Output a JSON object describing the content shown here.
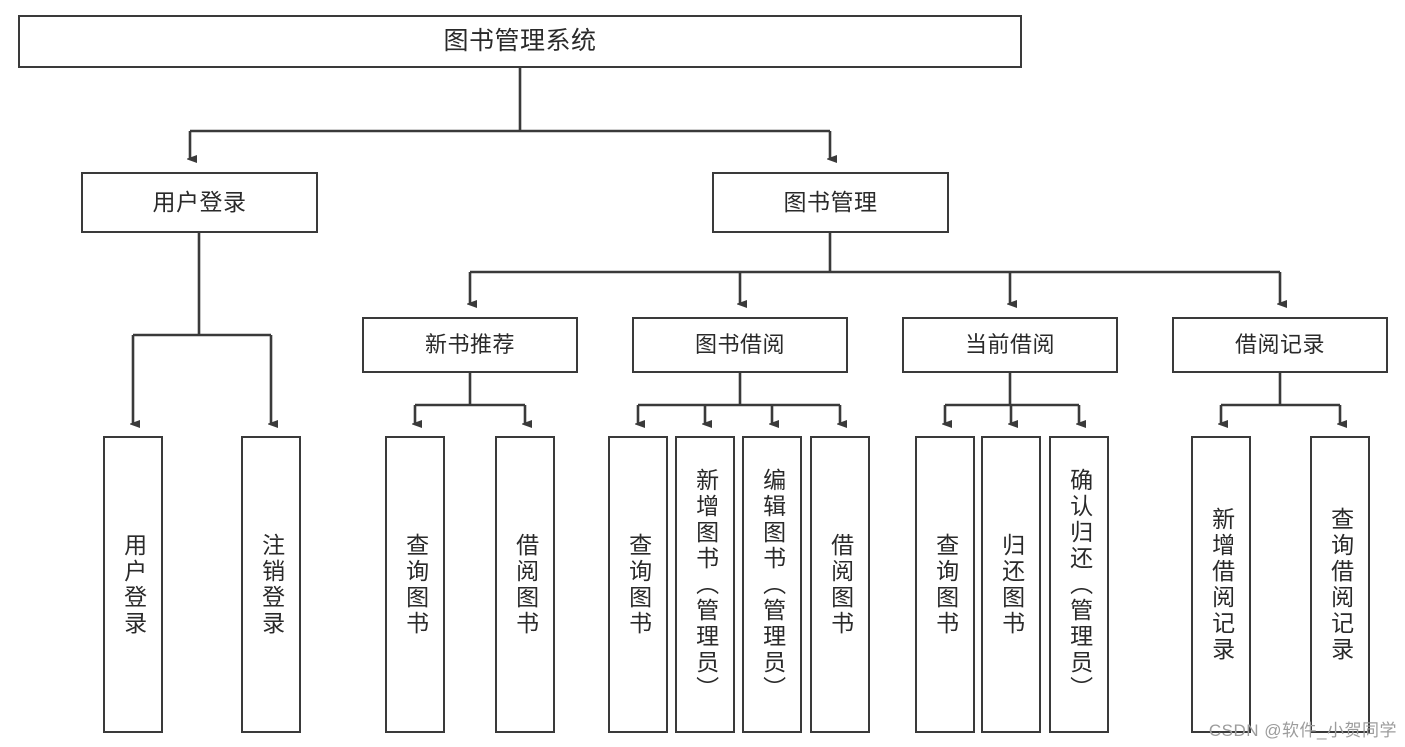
{
  "diagram": {
    "type": "tree",
    "title": "图书管理系统",
    "colors": {
      "background": "#ffffff",
      "box_border": "#3a3a3a",
      "box_fill": "#ffffff",
      "text": "#2a2a2a",
      "connector": "#3a3a3a",
      "watermark": "#9c9c9c"
    },
    "root": {
      "label": "图书管理系统"
    },
    "level2": [
      {
        "id": "user-login",
        "label": "用户登录"
      },
      {
        "id": "book-management",
        "label": "图书管理"
      }
    ],
    "level3": [
      {
        "id": "new-book-recommend",
        "label": "新书推荐",
        "parent": "book-management"
      },
      {
        "id": "book-borrow",
        "label": "图书借阅",
        "parent": "book-management"
      },
      {
        "id": "current-borrow",
        "label": "当前借阅",
        "parent": "book-management"
      },
      {
        "id": "borrow-record",
        "label": "借阅记录",
        "parent": "book-management"
      }
    ],
    "leaves": [
      {
        "id": "leaf-user-login",
        "label": "用户登录",
        "parent": "user-login"
      },
      {
        "id": "leaf-user-logout",
        "label": "注销登录",
        "parent": "user-login"
      },
      {
        "id": "leaf-query-book-1",
        "label": "查询图书",
        "parent": "new-book-recommend"
      },
      {
        "id": "leaf-borrow-book-1",
        "label": "借阅图书",
        "parent": "new-book-recommend"
      },
      {
        "id": "leaf-query-book-2",
        "label": "查询图书",
        "parent": "book-borrow"
      },
      {
        "id": "leaf-add-book",
        "label": "新增图书（管理员）",
        "parent": "book-borrow"
      },
      {
        "id": "leaf-edit-book",
        "label": "编辑图书（管理员）",
        "parent": "book-borrow"
      },
      {
        "id": "leaf-borrow-book-2",
        "label": "借阅图书",
        "parent": "book-borrow"
      },
      {
        "id": "leaf-query-book-3",
        "label": "查询图书",
        "parent": "current-borrow"
      },
      {
        "id": "leaf-return-book",
        "label": "归还图书",
        "parent": "current-borrow"
      },
      {
        "id": "leaf-confirm-return",
        "label": "确认归还（管理员）",
        "parent": "current-borrow"
      },
      {
        "id": "leaf-add-record",
        "label": "新增借阅记录",
        "parent": "borrow-record"
      },
      {
        "id": "leaf-query-record",
        "label": "查询借阅记录",
        "parent": "borrow-record"
      }
    ],
    "watermark": "CSDN @软件_小贺同学"
  }
}
